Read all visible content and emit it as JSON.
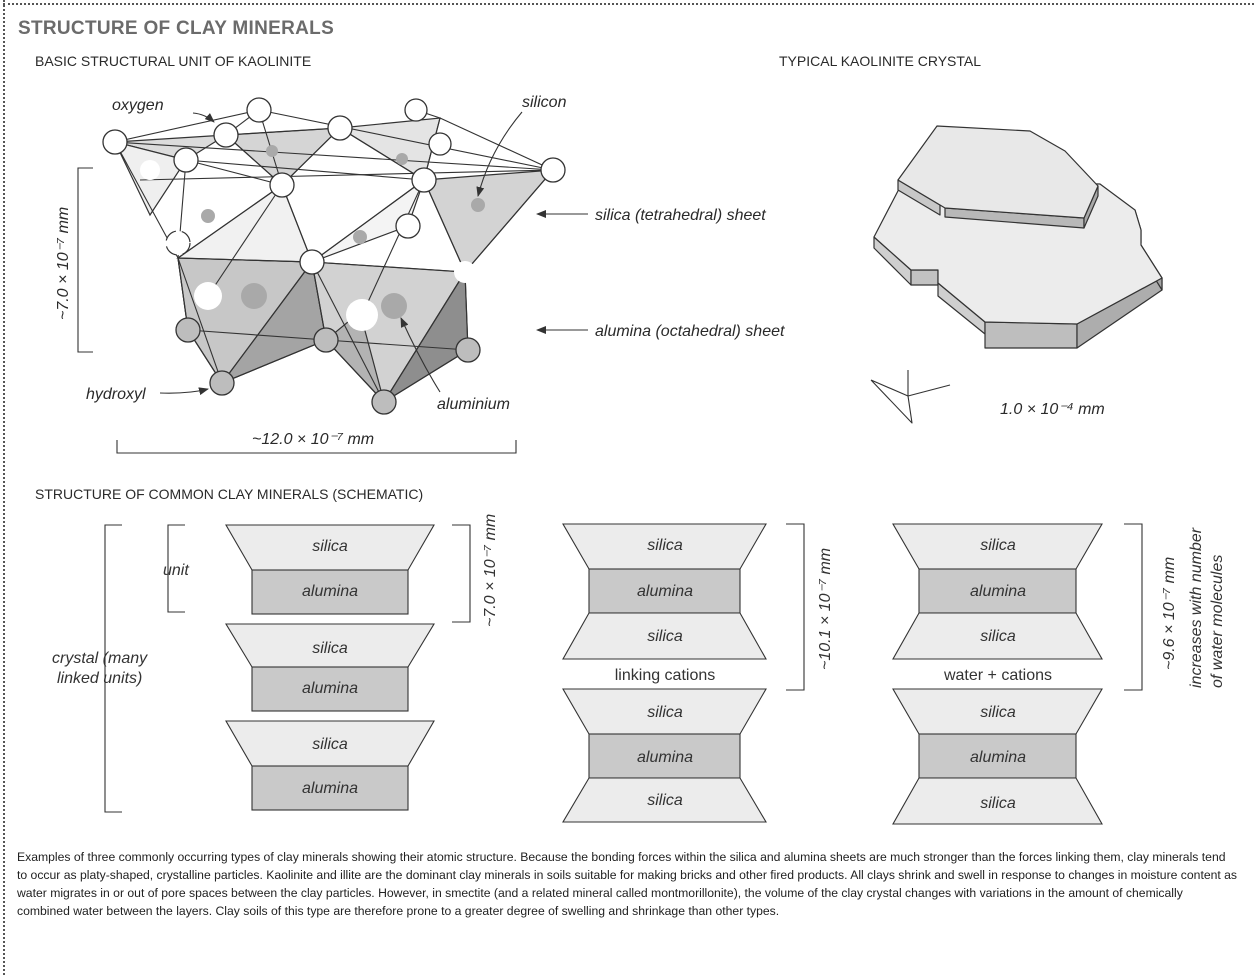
{
  "title": "STRUCTURE OF CLAY MINERALS",
  "sections": {
    "basic_unit": "BASIC STRUCTURAL UNIT OF KAOLINITE",
    "crystal": "TYPICAL  KAOLINITE CRYSTAL",
    "schematic": "STRUCTURE OF COMMON CLAY MINERALS (SCHEMATIC)"
  },
  "molecule_labels": {
    "oxygen": "oxygen",
    "silicon": "silicon",
    "hydroxyl": "hydroxyl",
    "aluminium": "aluminium",
    "silica_sheet": "silica (tetrahedral) sheet",
    "alumina_sheet": "alumina (octahedral) sheet",
    "height": "~7.0 × 10⁻⁷ mm",
    "width": "~12.0 × 10⁻⁷ mm"
  },
  "crystal_size": "1.0 × 10⁻⁴ mm",
  "schematic": {
    "silica": "silica",
    "alumina": "alumina",
    "unit": "unit",
    "crystal_line1": "crystal (many",
    "crystal_line2": "linked units)",
    "kaolinite_dim": "~7.0 × 10⁻⁷ mm",
    "linking": "linking cations",
    "illite_dim": "~10.1 × 10⁻⁷ mm",
    "water": "water + cations",
    "smectite_dim": "~9.6 × 10⁻⁷ mm",
    "smectite_note1": "increases with number",
    "smectite_note2": "of water molecules"
  },
  "caption": "Examples of three commonly occurring types of clay minerals showing their atomic structure.  Because the bonding forces within the silica and alumina sheets are much stronger than the forces linking them, clay minerals tend to occur as platy-shaped, crystalline particles. Kaolinite and illite are the dominant clay minerals in soils suitable for making bricks and other fired products. All clays shrink and swell in response to changes in moisture content as water migrates in or out of pore spaces between the clay particles. However, in smectite (and a related mineral called montmorillonite), the volume of the clay crystal changes with variations in the amount of chemically combined water between the layers. Clay soils of this type are therefore prone to a greater degree of swelling and shrinkage than other types.",
  "colors": {
    "silica_fill": "#ececec",
    "alumina_fill": "#c9c9c9",
    "heading": "#6b6b6b",
    "atom_grey": "#bdbdbd",
    "dark_face": "#8f8f8f"
  }
}
